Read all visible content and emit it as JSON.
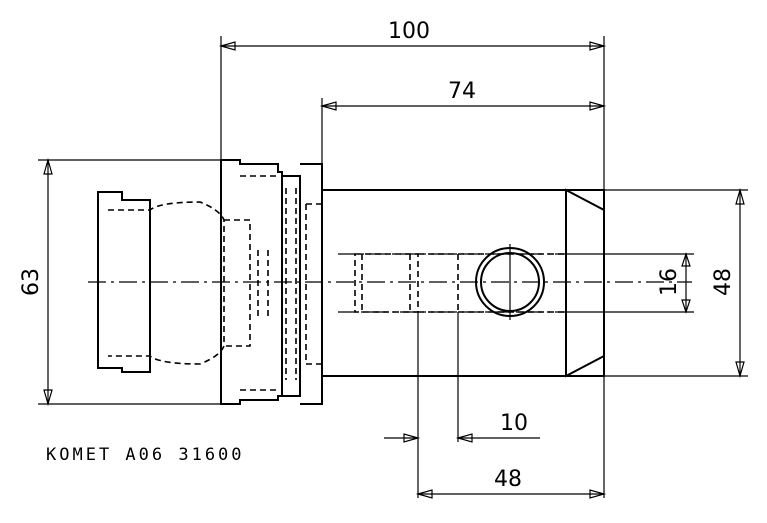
{
  "dimensions": {
    "overall_length": "100",
    "shank_length": "74",
    "flange_diameter": "63",
    "body_diameter": "48",
    "bore_diameter": "16",
    "screw_offset": "10",
    "screw_position": "48"
  },
  "part_number": "KOMET A06 31600"
}
